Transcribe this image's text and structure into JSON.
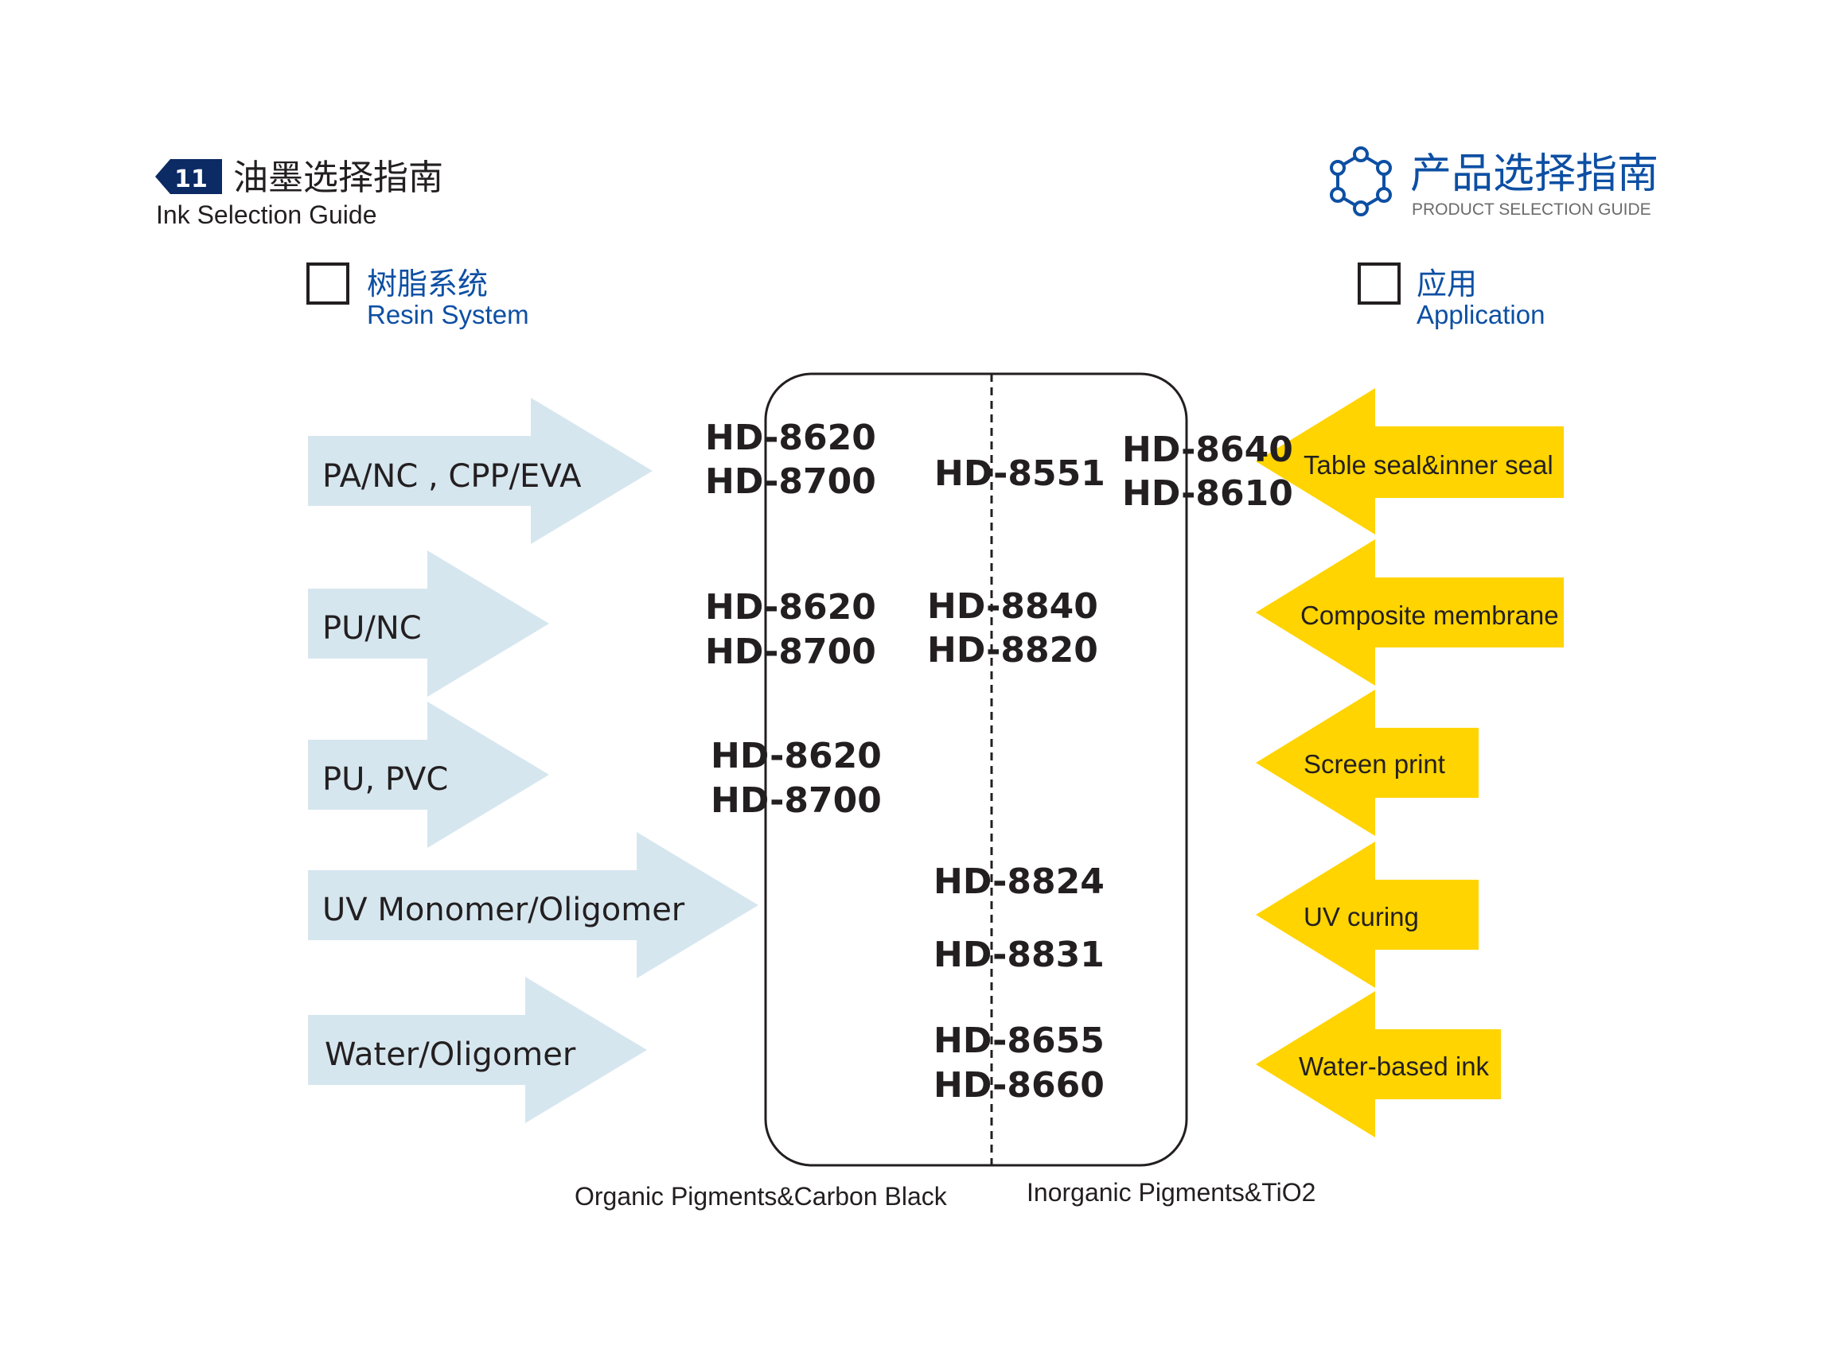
{
  "header_left": {
    "page_number": "11",
    "title_cn": "油墨选择指南",
    "title_en": "Ink Selection Guide"
  },
  "header_right": {
    "title_cn": "产品选择指南",
    "title_en": "PRODUCT SELECTION GUIDE",
    "icon": "molecule-hexagon-icon"
  },
  "resin_section": {
    "label_cn": "树脂系统",
    "label_en": "Resin System"
  },
  "application_section": {
    "label_cn": "应用",
    "label_en": "Application"
  },
  "resins": [
    {
      "label": "PA/NC , CPP/EVA"
    },
    {
      "label": "PU/NC"
    },
    {
      "label": "PU, PVC"
    },
    {
      "label": "UV Monomer/Oligomer"
    },
    {
      "label": "Water/Oligomer"
    }
  ],
  "applications": [
    {
      "label": "Table seal&inner seal"
    },
    {
      "label": "Composite membrane"
    },
    {
      "label": "Screen print"
    },
    {
      "label": "UV curing"
    },
    {
      "label": "Water-based ink"
    }
  ],
  "products": {
    "row1_organic": [
      "HD-8620",
      "HD-8700"
    ],
    "row1_center": "HD-8551",
    "row1_inorganic": [
      "HD-8640",
      "HD-8610"
    ],
    "row2_organic": [
      "HD-8620",
      "HD-8700"
    ],
    "row2_center": [
      "HD-8840",
      "HD-8820"
    ],
    "row3_organic": [
      "HD-8620",
      "HD-8700"
    ],
    "row4_center": [
      "HD-8824",
      "HD-8831"
    ],
    "row5_center": [
      "HD-8655",
      "HD-8660"
    ]
  },
  "pigment_labels": {
    "organic": "Organic Pigments&Carbon Black",
    "inorganic": "Inorganic Pigments&TiO2"
  },
  "colors": {
    "resin_arrow": "#d6e6ef",
    "application_arrow": "#ffd400",
    "accent_blue": "#0d4fa3",
    "dark_navy": "#0c2a63",
    "text": "#231f20"
  }
}
